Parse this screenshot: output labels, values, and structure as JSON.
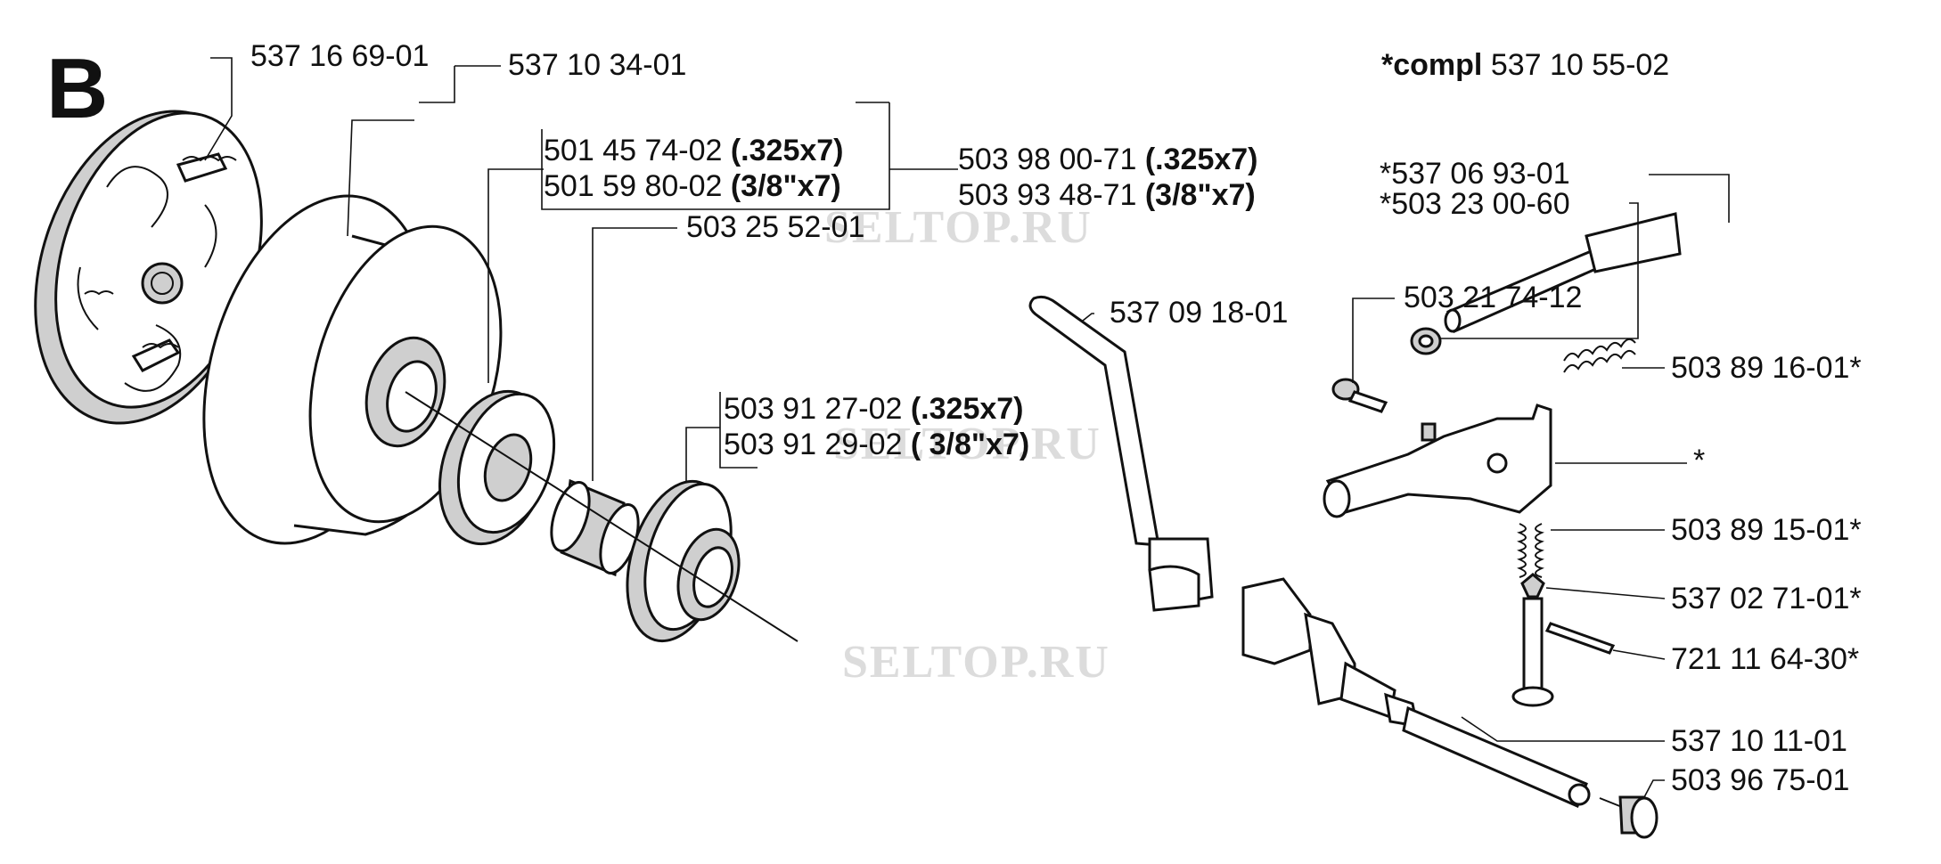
{
  "section_letter": "B",
  "compl": {
    "prefix": "*compl",
    "number": "537 10 55-02"
  },
  "watermark": "SELTOP.RU",
  "labels": {
    "l_537_16_69": "537 16 69-01",
    "l_537_10_34": "537 10 34-01",
    "l_501_45_74": {
      "num": "501 45 74-02",
      "spec": "(.325x7)"
    },
    "l_501_59_80": {
      "num": "501 59 80-02",
      "spec": "(3/8\"x7)"
    },
    "l_503_98_00": {
      "num": "503 98 00-71",
      "spec": "(.325x7)"
    },
    "l_503_93_48": {
      "num": "503 93 48-71",
      "spec": "(3/8\"x7)"
    },
    "l_503_25_52": "503 25 52-01",
    "l_503_91_27": {
      "num": "503 91 27-02",
      "spec": "(.325x7)"
    },
    "l_503_91_29": {
      "num": "503 91 29-02",
      "spec": "( 3/8\"x7)"
    },
    "l_537_09_18": "537 09 18-01",
    "l_537_06_93": "*537 06 93-01",
    "l_503_23_00": "*503 23 00-60",
    "l_503_21_74": "503 21 74-12",
    "l_503_89_16": "503 89 16-01*",
    "l_star": "*",
    "l_503_89_15": "503 89 15-01*",
    "l_537_02_71": "537 02 71-01*",
    "l_721_11_64": "721 11 64-30*",
    "l_537_10_11": "537 10 11-01",
    "l_503_96_75": "503 96 75-01"
  }
}
